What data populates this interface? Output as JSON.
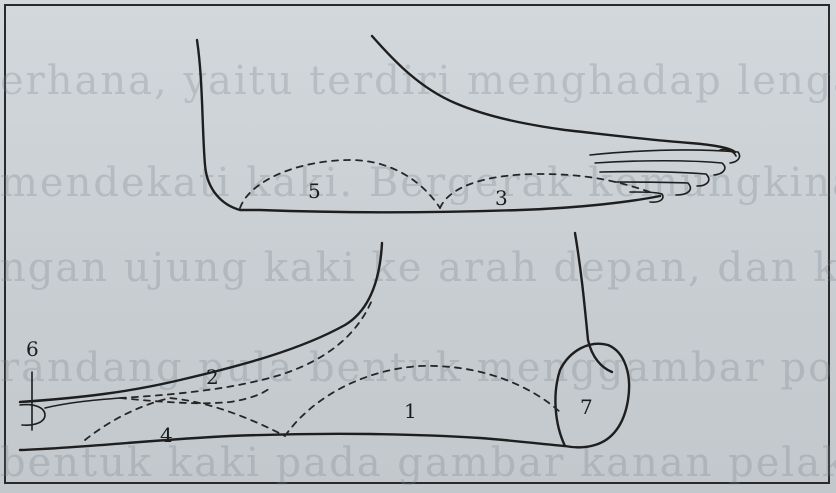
{
  "figure": {
    "region_labels": [
      "5",
      "3",
      "2",
      "1",
      "7",
      "6",
      "4"
    ]
  },
  "background_text_lines": [
    "erhana, yaitu terdiri menghadap lengan dengan",
    "mendekati kaki. Bergerak kemungkinan dari",
    "ngan ujung kaki ke arah depan, dan k",
    "randang pula bentuk menggambar posis",
    "bentuk kaki pada gambar kanan pelaksana"
  ]
}
